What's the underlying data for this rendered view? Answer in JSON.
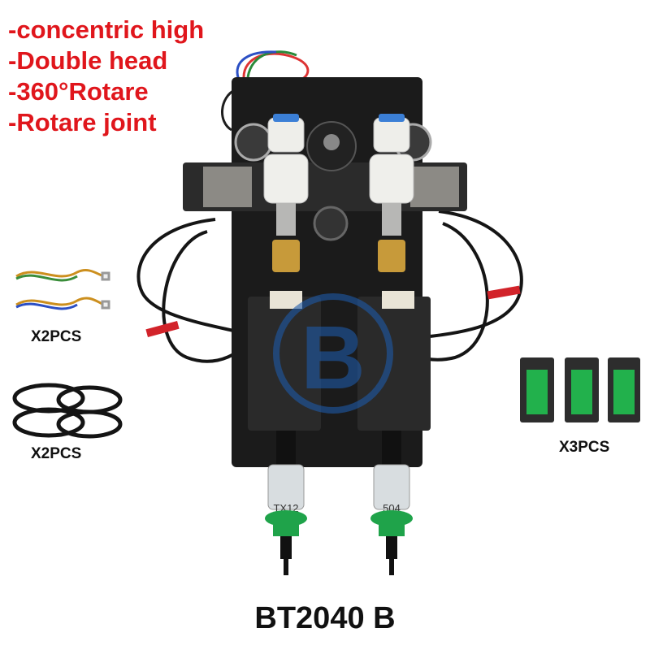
{
  "features": [
    "-concentric high",
    "-Double head",
    "-360°Rotare",
    "-Rotare joint"
  ],
  "accessories": {
    "wires_qty": "X2PCS",
    "cables_qty": "X2PCS",
    "drivers_qty": "X3PCS"
  },
  "nozzles": {
    "left": "TX12",
    "right": "504"
  },
  "model": "BT2040 B",
  "colors": {
    "feature_text": "#e0161c",
    "nozzle_green": "#1fa34a",
    "watermark": "#1e5aa8"
  }
}
